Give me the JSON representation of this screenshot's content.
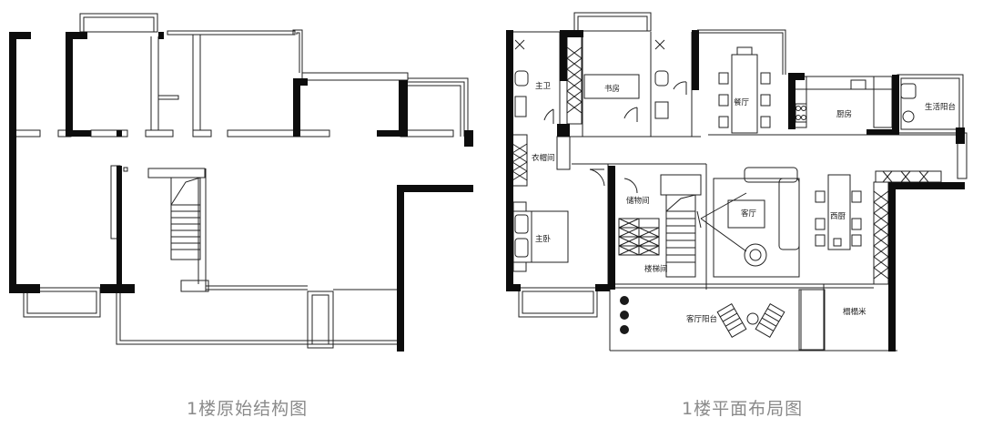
{
  "plans": {
    "original": {
      "caption": "1楼原始结构图"
    },
    "layout": {
      "caption": "1楼平面布局图",
      "rooms": {
        "master_bath": "主卫",
        "study": "书房",
        "dining": "餐厅",
        "kitchen": "厨房",
        "service_balcony": "生活阳台",
        "cloakroom": "衣帽间",
        "storage": "储物间",
        "living": "客厅",
        "western_kitchen": "西厨",
        "master_bedroom": "主卧",
        "stair": "楼梯间",
        "living_balcony": "客厅阳台",
        "tatami": "榻榻米"
      }
    }
  }
}
